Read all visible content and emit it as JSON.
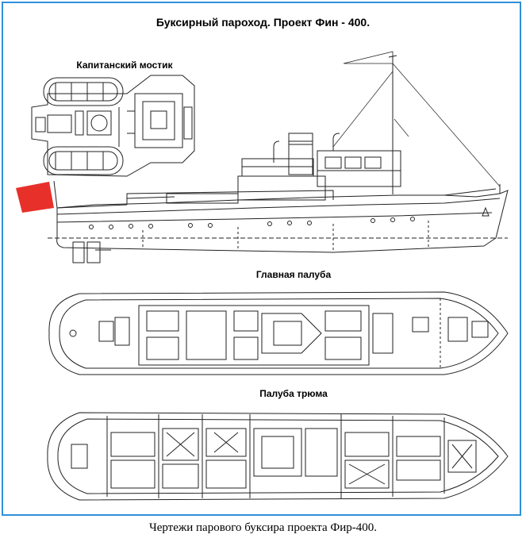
{
  "title": "Буксирный пароход. Проект Фин - 400.",
  "labels": {
    "bridge": "Капитанский мостик",
    "main_deck": "Главная палуба",
    "hold_deck": "Палуба трюма"
  },
  "caption": "Чертежи парового буксира проекта Фир-400.",
  "colors": {
    "frame": "#2f8fd8",
    "flag": "#e8302a",
    "ink": "#222222"
  }
}
